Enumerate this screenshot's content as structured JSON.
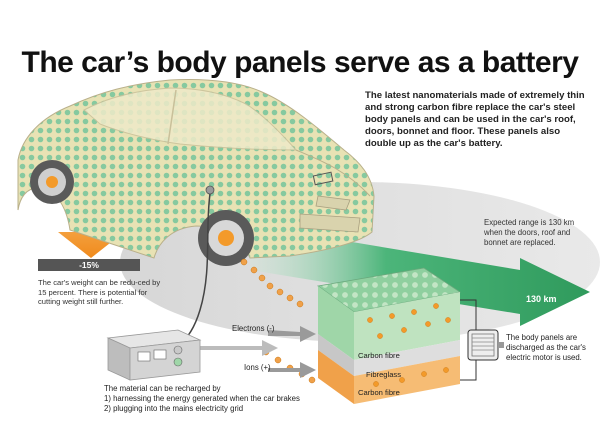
{
  "title": "The car’s body panels serve as a battery",
  "intro": "The latest nanomaterials made of extremely thin and strong carbon fibre replace the car's steel body panels and can be used in the car's roof, doors, bonnet and floor. These panels also double up as the car's battery.",
  "weight": {
    "badge": "-15%",
    "note": "The car's weight can be redu-ced by 15 percent. There is potential for cutting weight still further."
  },
  "range": {
    "note": "Expected range is 130 km when the doors, roof and bonnet are replaced.",
    "value": "130 km"
  },
  "battery": {
    "electrons_label": "Electrons (-)",
    "ions_label": "Ions (+)",
    "layers": [
      "Carbon fibre",
      "Fibreglass",
      "Carbon fibre"
    ]
  },
  "recharge": {
    "line1": "The material can be recharged by",
    "line2": "1) harnessing the energy generated when the car brakes",
    "line3": "2) plugging into the mains electricity grid"
  },
  "motor_note": "The body panels are discharged as the car's electric motor is used.",
  "colors": {
    "car_body": "#e9e3b8",
    "panel_dots": "#7fc49a",
    "accent_orange": "#f39a2a",
    "green_arrow": "#3aa868",
    "cathode_orange": "#f0a14a"
  }
}
